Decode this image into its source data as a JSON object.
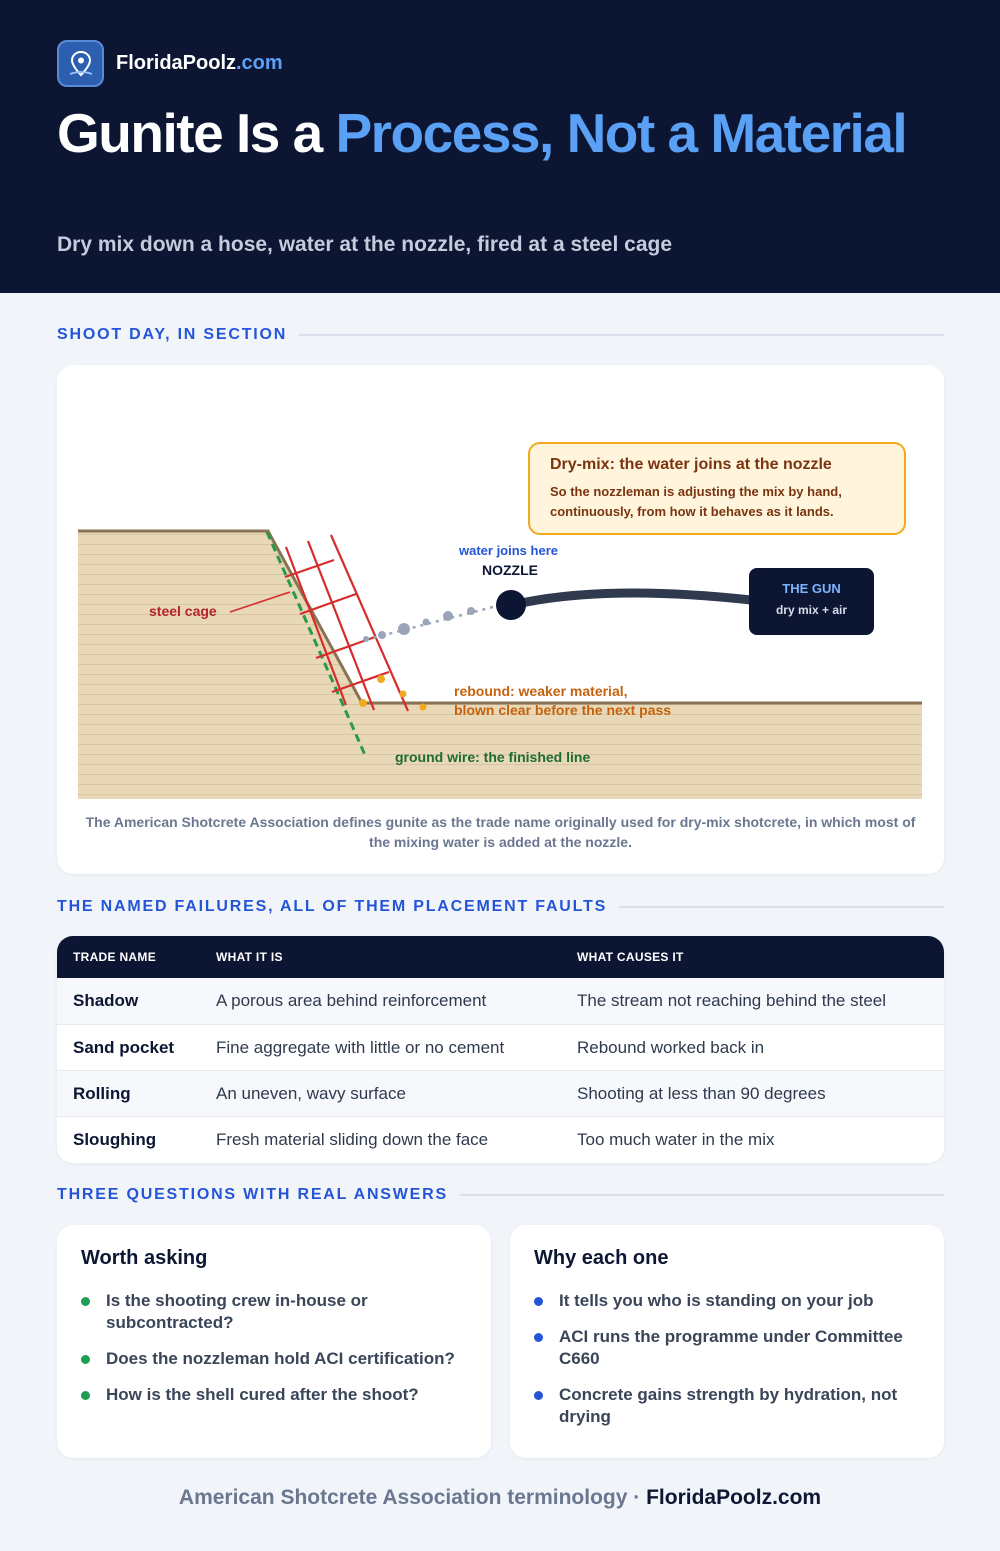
{
  "brand": {
    "name": "FloridaPoolz",
    "domain": ".com"
  },
  "hero": {
    "title_part1": "Gunite Is a ",
    "title_highlight": "Process, Not a Material",
    "subtitle": "Dry mix down a hose, water at the nozzle, fired at a steel cage"
  },
  "section1": {
    "heading": "SHOOT DAY, IN SECTION",
    "callout": {
      "title": "Dry-mix: the water joins at the nozzle",
      "body": "So the nozzleman is adjusting the mix by hand, continuously, from how it behaves as it lands."
    },
    "gun": {
      "title": "THE GUN",
      "sub": "dry mix + air"
    },
    "labels": {
      "water": "water joins here",
      "nozzle": "NOZZLE",
      "steel_cage": "steel cage",
      "rebound_line1": "rebound: weaker material,",
      "rebound_line2": "blown clear before the next pass",
      "ground_wire": "ground wire: the finished line"
    },
    "caption": "The American Shotcrete Association defines gunite as the trade name originally used for dry-mix shotcrete, in which most of the mixing water is added at the nozzle.",
    "colors": {
      "soil": "#e8d8b8",
      "cage": "#d62c2c",
      "ground_wire": "#2a9a48",
      "rebound": "#f2a91e",
      "hose": "#2f3a4e",
      "spray": "#9aa6b8"
    }
  },
  "section2": {
    "heading": "THE NAMED FAILURES, ALL OF THEM PLACEMENT FAULTS",
    "headers": [
      "TRADE NAME",
      "WHAT IT IS",
      "WHAT CAUSES IT"
    ],
    "rows": [
      [
        "Shadow",
        "A porous area behind reinforcement",
        "The stream not reaching behind the steel"
      ],
      [
        "Sand pocket",
        "Fine aggregate with little or no cement",
        "Rebound worked back in"
      ],
      [
        "Rolling",
        "An uneven, wavy surface",
        "Shooting at less than 90 degrees"
      ],
      [
        "Sloughing",
        "Fresh material sliding down the face",
        "Too much water in the mix"
      ]
    ]
  },
  "section3": {
    "heading": "THREE QUESTIONS WITH REAL ANSWERS",
    "left": {
      "title": "Worth asking",
      "items": [
        "Is the shooting crew in-house or subcontracted?",
        "Does the nozzleman hold ACI certification?",
        "How is the shell cured after the shoot?"
      ]
    },
    "right": {
      "title": "Why each one",
      "items": [
        "It tells you who is standing on your job",
        "ACI runs the programme under Committee C660",
        "Concrete gains strength by hydration, not drying"
      ]
    }
  },
  "footer": {
    "text": "American Shotcrete Association terminology · ",
    "brand": "FloridaPoolz.com"
  }
}
